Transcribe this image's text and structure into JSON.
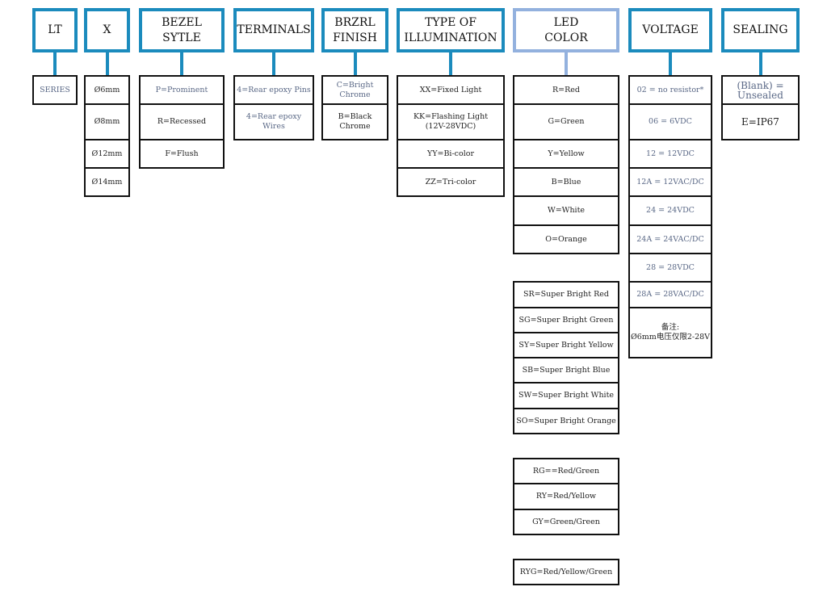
{
  "columns": [
    {
      "id": "lt",
      "header": "LT",
      "groups": [
        [
          "SERIES"
        ]
      ]
    },
    {
      "id": "x",
      "header": "X",
      "groups": [
        [
          "Ø6mm",
          "Ø8mm",
          "Ø12mm",
          "Ø14mm"
        ]
      ]
    },
    {
      "id": "bezel",
      "header": "BEZEL\nSYTLE",
      "groups": [
        [
          "P=Prominent",
          "R=Recessed",
          "F=Flush"
        ]
      ]
    },
    {
      "id": "terminals",
      "header": "TERMINALS",
      "groups": [
        [
          "4=Rear epoxy Pins",
          "4=Rear epoxy Wires"
        ]
      ]
    },
    {
      "id": "finish",
      "header": "BRZRL\nFINISH",
      "groups": [
        [
          "C=Bright Chrome",
          "B=Black Chrome"
        ]
      ]
    },
    {
      "id": "illumination",
      "header": "TYPE OF\nILLUMINATION",
      "groups": [
        [
          "XX=Fixed Light",
          "KK=Flashing Light\n(12V-28VDC)",
          "YY=Bi-color",
          "ZZ=Tri-color"
        ]
      ]
    },
    {
      "id": "led",
      "header": "LED\nCOLOR",
      "groups": [
        [
          "R=Red",
          "G=Green",
          "Y=Yellow",
          "B=Blue",
          "W=White",
          "O=Orange"
        ],
        [
          "SR=Super Bright Red",
          "SG=Super Bright Green",
          "SY=Super Bright Yellow",
          "SB=Super Bright Blue",
          "SW=Super Bright White",
          "SO=Super Bright Orange"
        ],
        [
          "RG==Red/Green",
          "RY=Red/Yellow",
          "GY=Green/Green"
        ],
        [
          "RYG=Red/Yellow/Green"
        ]
      ]
    },
    {
      "id": "voltage",
      "header": "VOLTAGE",
      "groups": [
        [
          "02 = no resistor*",
          "06 = 6VDC",
          "12 = 12VDC",
          "12A = 12VAC/DC",
          "24 = 24VDC",
          "24A = 24VAC/DC",
          "28 = 28VDC",
          "28A = 28VAC/DC",
          "备注:\nØ6mm电压仅限2-28V"
        ]
      ]
    },
    {
      "id": "sealing",
      "header": "SEALING",
      "groups": [
        [
          "(Blank) =\nUnsealed",
          "E=IP67"
        ]
      ]
    }
  ],
  "colors": {
    "header_border": "#1b8bbd",
    "led_header_border": "#93b1de",
    "cell_border": "#111111"
  }
}
